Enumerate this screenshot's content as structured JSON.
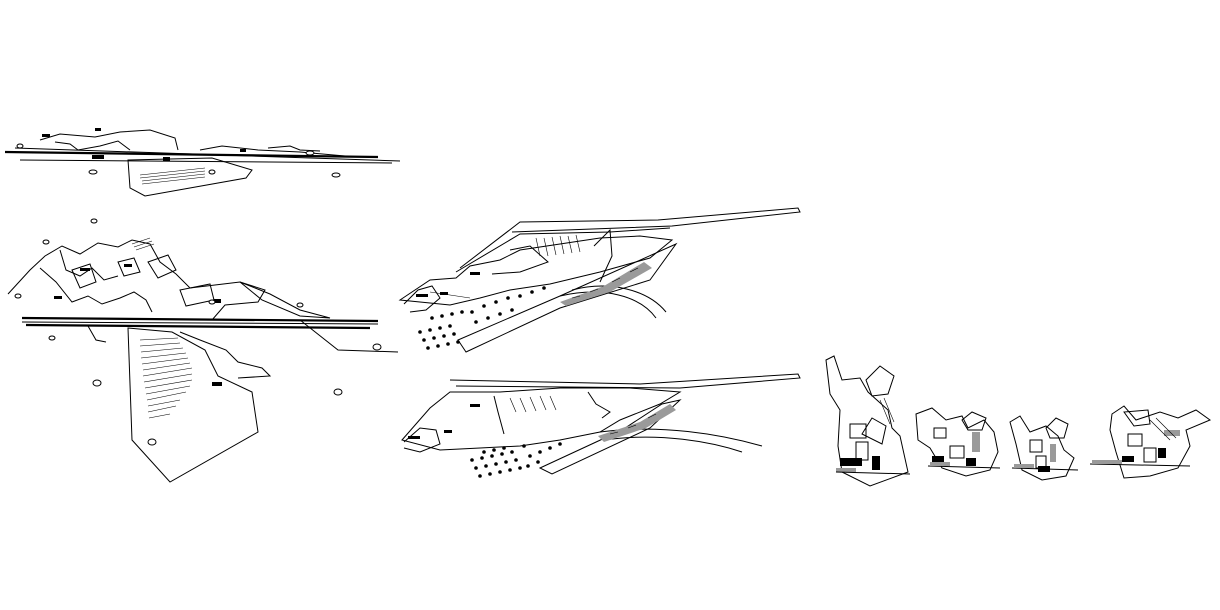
{
  "page": {
    "background": "#ffffff",
    "ink_color": "#000000",
    "hatch_color": "#9a9a9a"
  },
  "drawing": {
    "groups": [
      {
        "id": "site-plan-flattened-elevation"
      },
      {
        "id": "site-plan-axonometric-left"
      },
      {
        "id": "site-axonometric-upper"
      },
      {
        "id": "site-axonometric-lower"
      },
      {
        "id": "site-fragment-studies"
      }
    ],
    "fragments": [
      {
        "id": "fragment-1"
      },
      {
        "id": "fragment-2"
      },
      {
        "id": "fragment-3"
      },
      {
        "id": "fragment-4"
      }
    ]
  }
}
